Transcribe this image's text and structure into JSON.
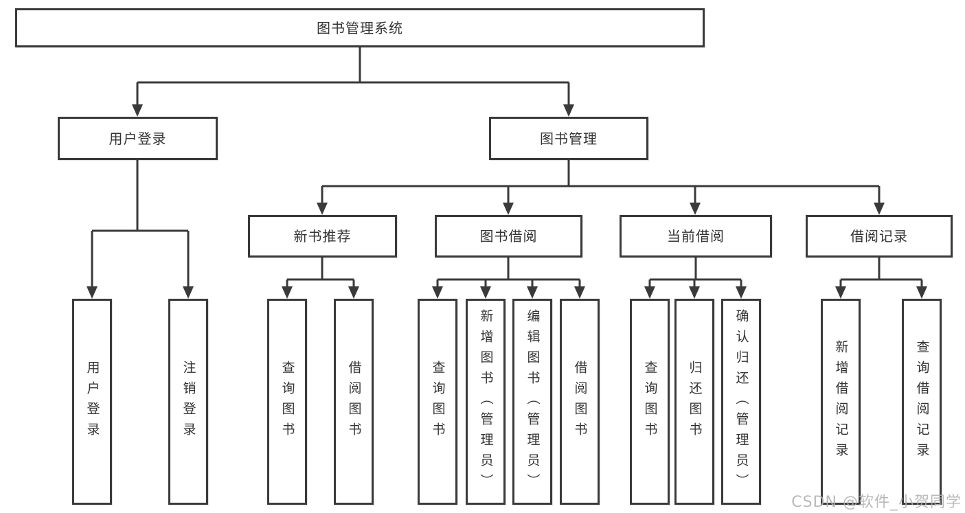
{
  "diagram": {
    "root": {
      "label": "图书管理系统"
    },
    "level2": [
      {
        "label": "用户登录",
        "parent": "图书管理系统"
      },
      {
        "label": "图书管理",
        "parent": "图书管理系统"
      }
    ],
    "level3": [
      {
        "label": "新书推荐",
        "parent": "图书管理"
      },
      {
        "label": "图书借阅",
        "parent": "图书管理"
      },
      {
        "label": "当前借阅",
        "parent": "图书管理"
      },
      {
        "label": "借阅记录",
        "parent": "图书管理"
      }
    ],
    "leaves": [
      {
        "label": "用户登录",
        "parent": "用户登录"
      },
      {
        "label": "注销登录",
        "parent": "用户登录"
      },
      {
        "label": "查询图书",
        "parent": "新书推荐"
      },
      {
        "label": "借阅图书",
        "parent": "新书推荐"
      },
      {
        "label": "查询图书",
        "parent": "图书借阅"
      },
      {
        "label": "新增图书（管理员）",
        "parent": "图书借阅"
      },
      {
        "label": "编辑图书（管理员）",
        "parent": "图书借阅"
      },
      {
        "label": "借阅图书",
        "parent": "图书借阅"
      },
      {
        "label": "查询图书",
        "parent": "当前借阅"
      },
      {
        "label": "归还图书",
        "parent": "当前借阅"
      },
      {
        "label": "确认归还（管理员）",
        "parent": "当前借阅"
      },
      {
        "label": "新增借阅记录",
        "parent": "借阅记录"
      },
      {
        "label": "查询借阅记录",
        "parent": "借阅记录"
      }
    ]
  },
  "watermark": {
    "text": "CSDN @软件_小贺同学"
  },
  "colors": {
    "line": "#3a3a3a",
    "text": "#333333",
    "background": "#ffffff",
    "watermark": "#b0b0b0"
  }
}
